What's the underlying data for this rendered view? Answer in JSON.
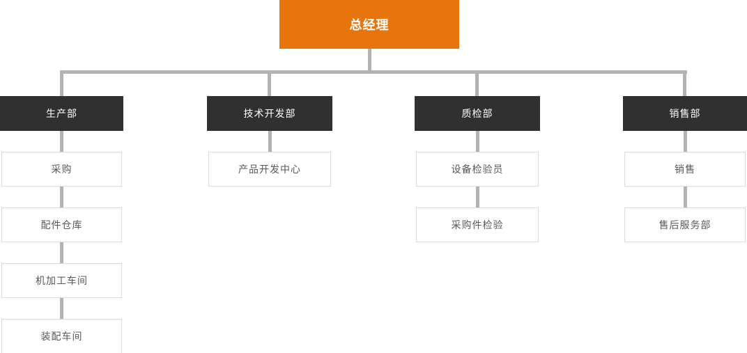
{
  "diagram": {
    "type": "org-chart",
    "root": {
      "label": "总经理"
    },
    "departments": [
      {
        "label": "生产部",
        "children": [
          {
            "label": "采购"
          },
          {
            "label": "配件仓库"
          },
          {
            "label": "机加工车间"
          },
          {
            "label": "装配车间"
          }
        ]
      },
      {
        "label": "技术开发部",
        "children": [
          {
            "label": "产品开发中心"
          }
        ]
      },
      {
        "label": "质检部",
        "children": [
          {
            "label": "设备检验员"
          },
          {
            "label": "采购件检验"
          }
        ]
      },
      {
        "label": "销售部",
        "children": [
          {
            "label": "销售"
          },
          {
            "label": "售后服务部"
          }
        ]
      }
    ],
    "colors": {
      "root_bg": "#E8750C",
      "root_text": "#FFFFFF",
      "dept_bg": "#303030",
      "dept_text": "#FFFFFF",
      "node_bg": "#FFFFFF",
      "node_border": "#DCDCDC",
      "node_text": "#595959",
      "connector": "#B3B3B3"
    }
  }
}
